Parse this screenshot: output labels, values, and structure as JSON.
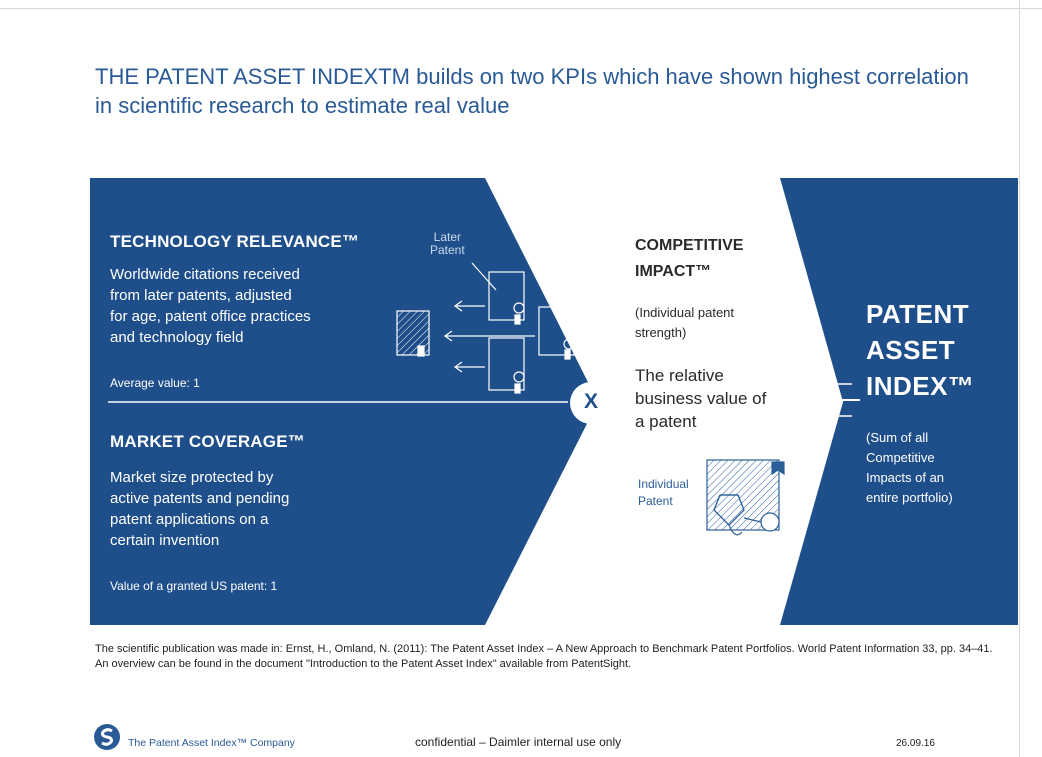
{
  "title": "THE PATENT ASSET INDEXTM builds on two KPIs which have shown highest correlation in scientific research to estimate real value",
  "technology": {
    "heading": "TECHNOLOGY RELEVANCE™",
    "description": [
      "Worldwide citations received",
      "from later patents, adjusted",
      "for age, patent office practices",
      "and technology field"
    ],
    "average": "Average value: 1",
    "later_patent_label": [
      "Later",
      "Patent"
    ]
  },
  "market": {
    "heading": "MARKET COVERAGE™",
    "description": [
      "Market size protected by",
      "active patents and pending",
      "patent applications on a",
      "certain invention"
    ],
    "granted_value": "Value of a granted US patent: 1"
  },
  "multiply_symbol": "X",
  "competitive": {
    "heading": [
      "COMPETITIVE",
      "IMPACT™"
    ],
    "note": [
      "(Individual patent",
      "strength)"
    ],
    "description": [
      "The relative",
      "business value of",
      "a patent"
    ],
    "individual_patent_label": [
      "Individual",
      "Patent"
    ]
  },
  "index": {
    "heading": [
      "PATENT",
      "ASSET",
      "INDEX™"
    ],
    "note": [
      "(Sum of all",
      "Competitive",
      "Impacts of an",
      "entire portfolio)"
    ]
  },
  "footnote": "The scientific publication was made in: Ernst, H., Omland, N. (2011): The Patent Asset Index – A New Approach to Benchmark Patent Portfolios. World Patent Information 33, pp. 34–41. An overview can be found in the document \"Introduction to the Patent Asset Index\" available from PatentSight.",
  "footer": {
    "brand": "The Patent Asset Index™ Company",
    "confidential": "confidential – Daimler internal use only",
    "date": "26.09.16"
  },
  "colors": {
    "panel_blue": "#1f4f8a",
    "text_blue": "#2a5a96",
    "white": "#ffffff"
  }
}
